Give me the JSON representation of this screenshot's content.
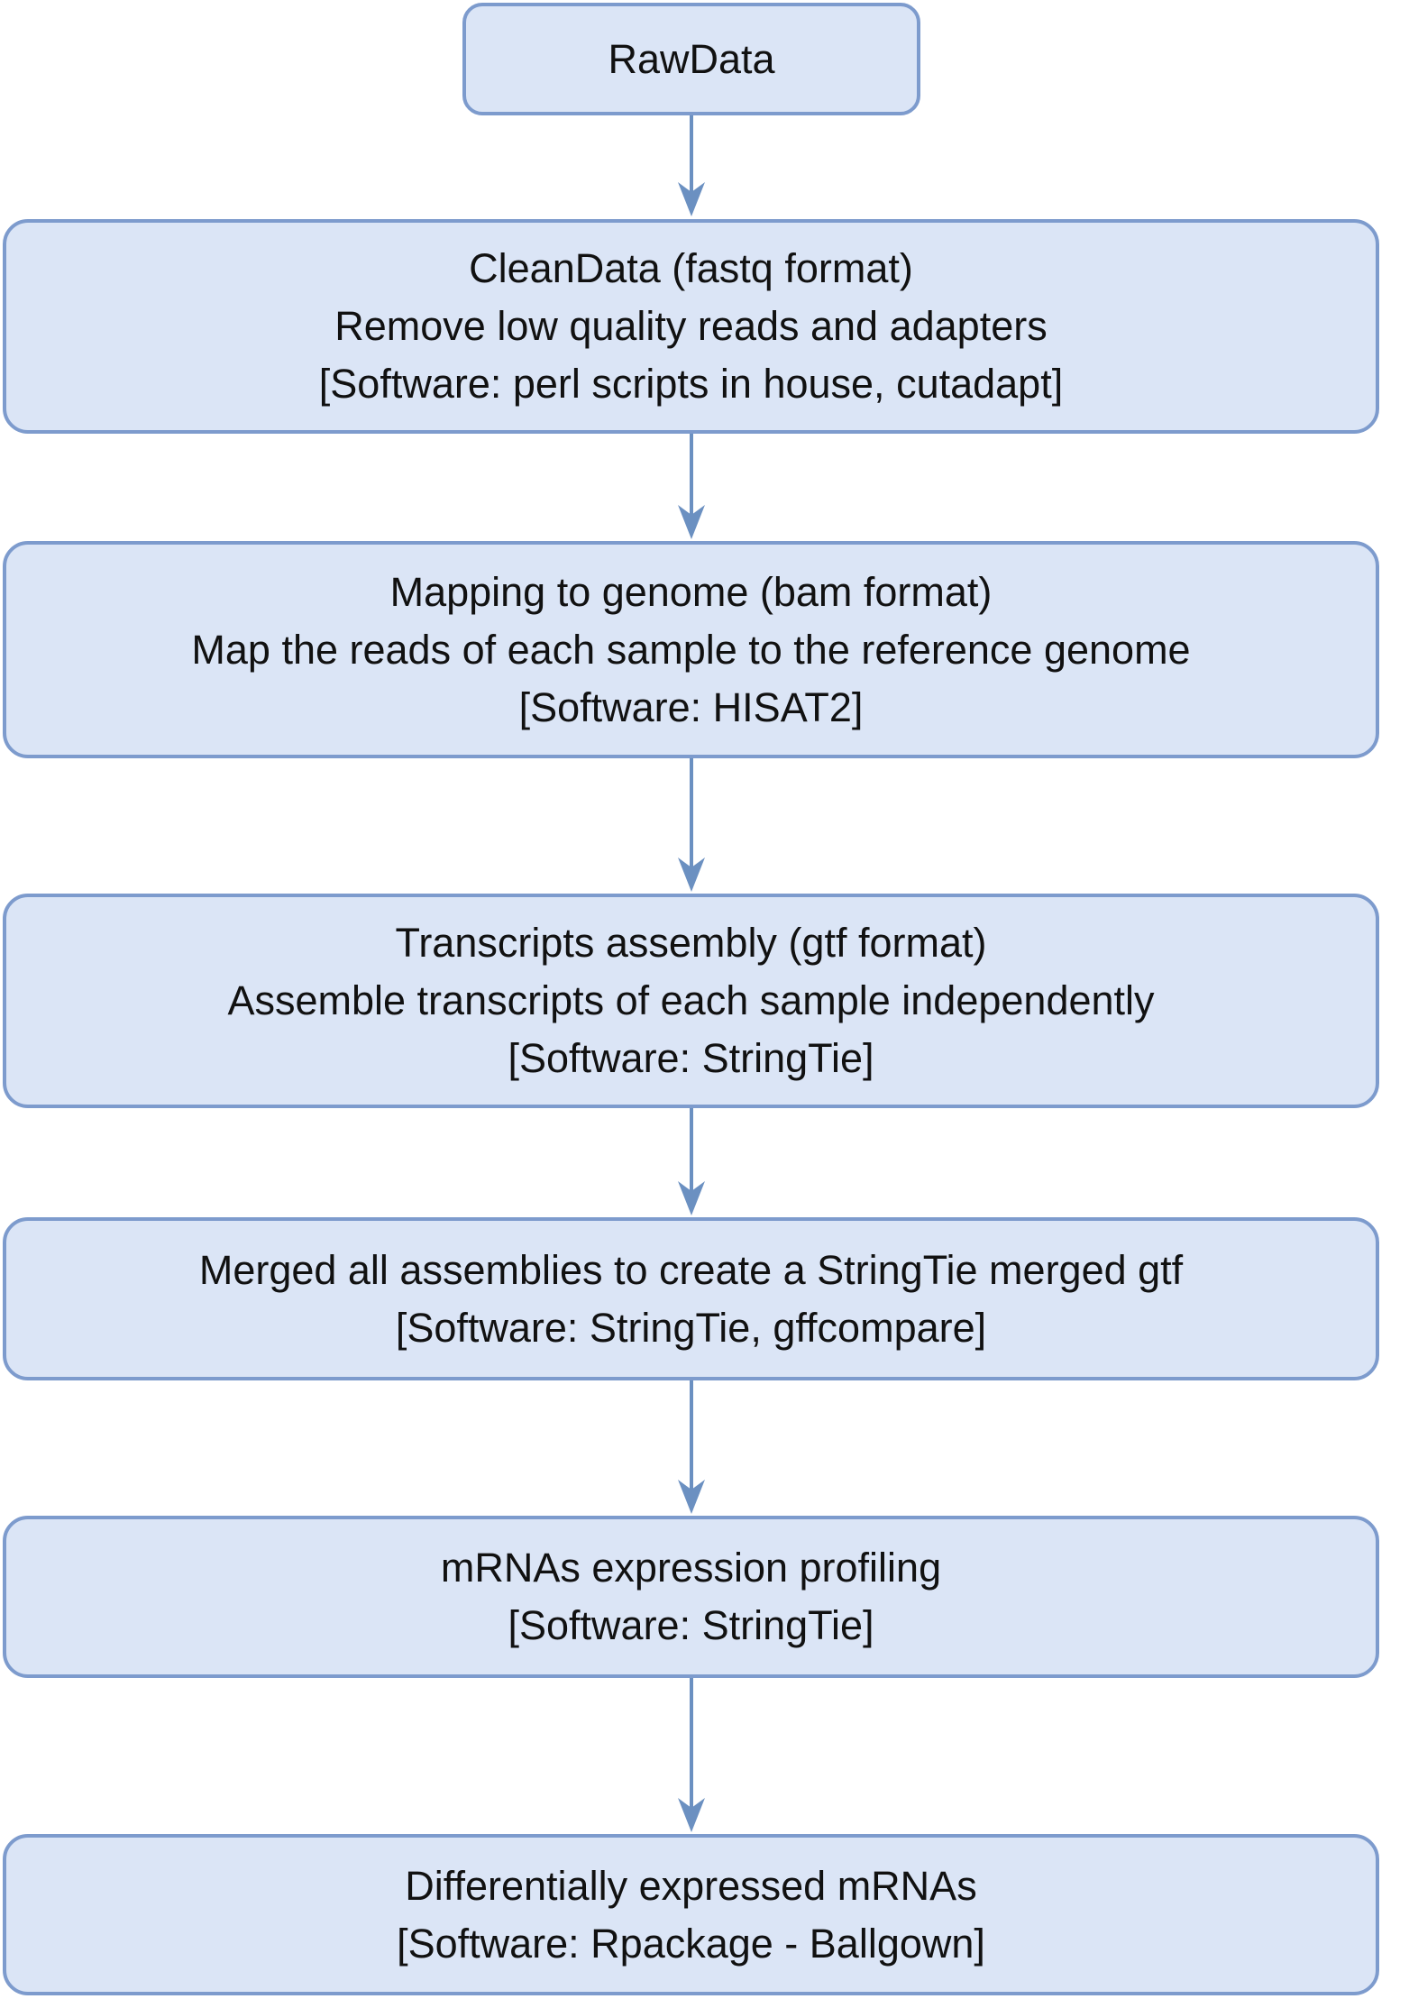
{
  "diagram": {
    "title": "RNA-seq mRNA analysis pipeline flowchart",
    "colors": {
      "node_fill": "#dbe5f6",
      "node_border": "#7d9bcd",
      "arrow": "#6b90c1",
      "text": "#111111",
      "page_bg": "#ffffff"
    },
    "nodes": [
      {
        "id": "rawdata",
        "lines": [
          "RawData"
        ]
      },
      {
        "id": "cleandata",
        "lines": [
          "CleanData (fastq format)",
          "Remove low quality reads and adapters",
          "[Software: perl scripts in house, cutadapt]"
        ]
      },
      {
        "id": "mapping",
        "lines": [
          "Mapping to genome (bam format)",
          "Map the reads of each sample to the reference genome",
          "[Software: HISAT2]"
        ]
      },
      {
        "id": "transcripts-assembly",
        "lines": [
          "Transcripts assembly (gtf format)",
          "Assemble transcripts of each sample independently",
          "[Software: StringTie]"
        ]
      },
      {
        "id": "merged-assemblies",
        "lines": [
          "Merged all assemblies to create a StringTie merged gtf",
          "[Software: StringTie, gffcompare]"
        ]
      },
      {
        "id": "expression-profiling",
        "lines": [
          "mRNAs expression profiling",
          "[Software: StringTie]"
        ]
      },
      {
        "id": "differential-expression",
        "lines": [
          "Differentially expressed mRNAs",
          "[Software: Rpackage - Ballgown]"
        ]
      }
    ]
  }
}
